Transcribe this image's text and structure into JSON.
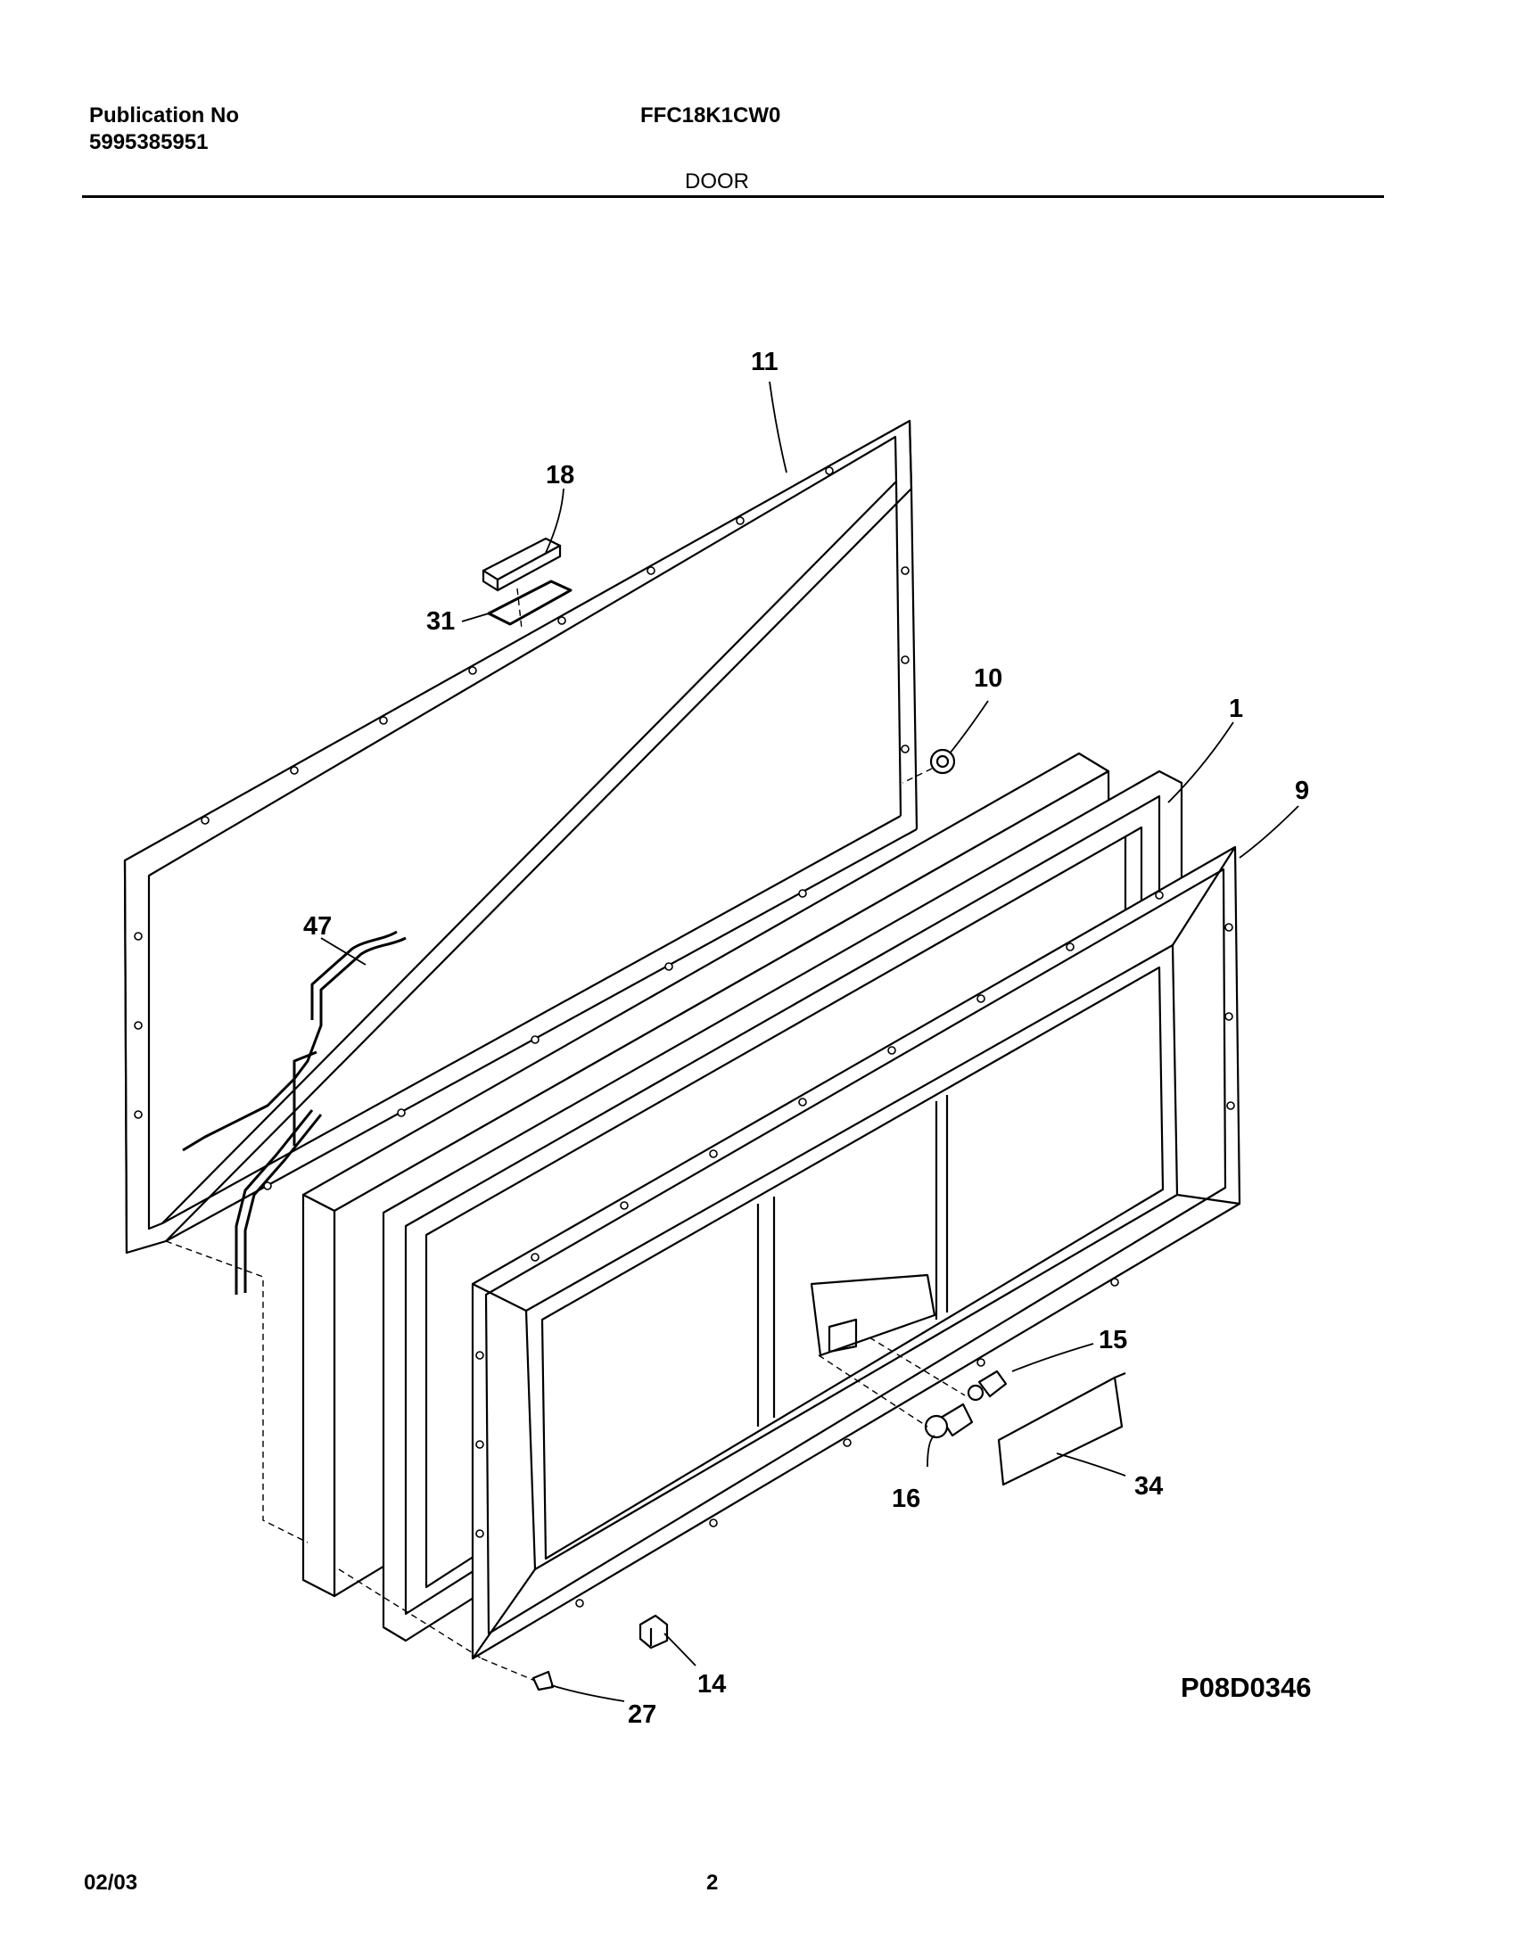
{
  "header": {
    "publication_label": "Publication No",
    "publication_number": "5995385951",
    "model": "FFC18K1CW0",
    "section": "DOOR"
  },
  "callouts": [
    "11",
    "18",
    "31",
    "10",
    "1",
    "9",
    "47",
    "15",
    "16",
    "34",
    "14",
    "27"
  ],
  "diagram_code": "P08D0346",
  "footer": {
    "date": "02/03",
    "page_number": "2"
  }
}
